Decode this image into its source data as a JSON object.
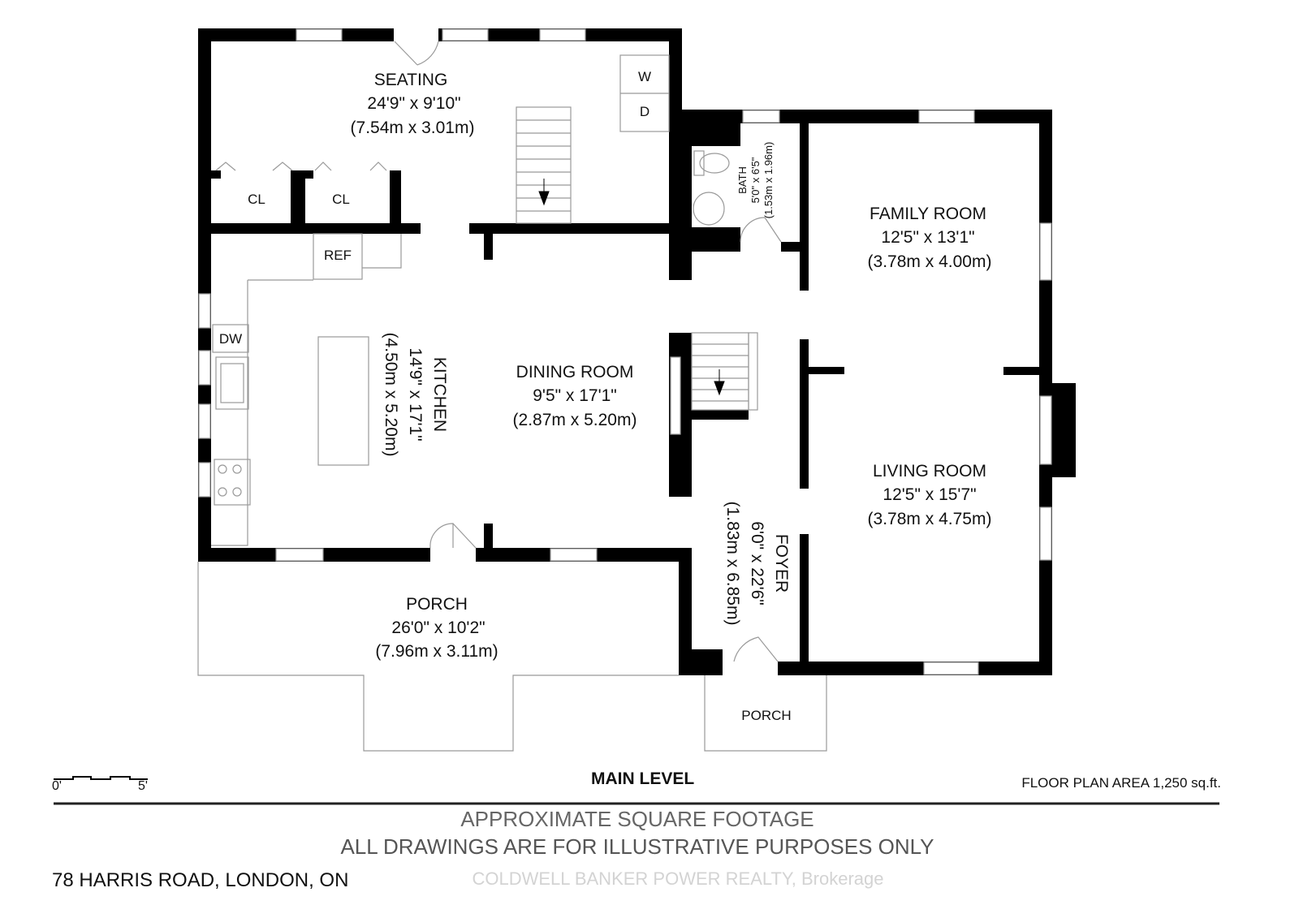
{
  "rooms": {
    "seating": {
      "name": "SEATING",
      "imperial": "24'9\" x 9'10\"",
      "metric": "(7.54m x 3.01m)"
    },
    "bath": {
      "name": "BATH",
      "imperial": "5'0\" x 6'5\"",
      "metric": "(1.53m x 1.96m)"
    },
    "family": {
      "name": "FAMILY ROOM",
      "imperial": "12'5\" x 13'1\"",
      "metric": "(3.78m x 4.00m)"
    },
    "kitchen": {
      "name": "KITCHEN",
      "imperial": "14'9\" x 17'1\"",
      "metric": "(4.50m x 5.20m)"
    },
    "dining": {
      "name": "DINING ROOM",
      "imperial": "9'5\" x 17'1\"",
      "metric": "(2.87m x 5.20m)"
    },
    "living": {
      "name": "LIVING ROOM",
      "imperial": "12'5\" x 15'7\"",
      "metric": "(3.78m x 4.75m)"
    },
    "foyer": {
      "name": "FOYER",
      "imperial": "6'0\" x 22'6\"",
      "metric": "(1.83m x 6.85m)"
    },
    "porch": {
      "name": "PORCH",
      "imperial": "26'0\" x 10'2\"",
      "metric": "(7.96m x 3.11m)"
    },
    "front_porch": {
      "name": "PORCH"
    }
  },
  "fixtures": {
    "washer": "W",
    "dryer": "D",
    "closet1": "CL",
    "closet2": "CL",
    "fridge": "REF",
    "dishwasher": "DW"
  },
  "scale": {
    "start": "0'",
    "end": "5'"
  },
  "level_title": "MAIN LEVEL",
  "floor_area": "FLOOR PLAN AREA 1,250 sq.ft.",
  "disclaimer_1": "APPROXIMATE SQUARE FOOTAGE",
  "disclaimer_2": "ALL DRAWINGS ARE FOR ILLUSTRATIVE PURPOSES ONLY",
  "watermark": "COLDWELL BANKER POWER REALTY, Brokerage",
  "address": "78 HARRIS ROAD, LONDON, ON"
}
